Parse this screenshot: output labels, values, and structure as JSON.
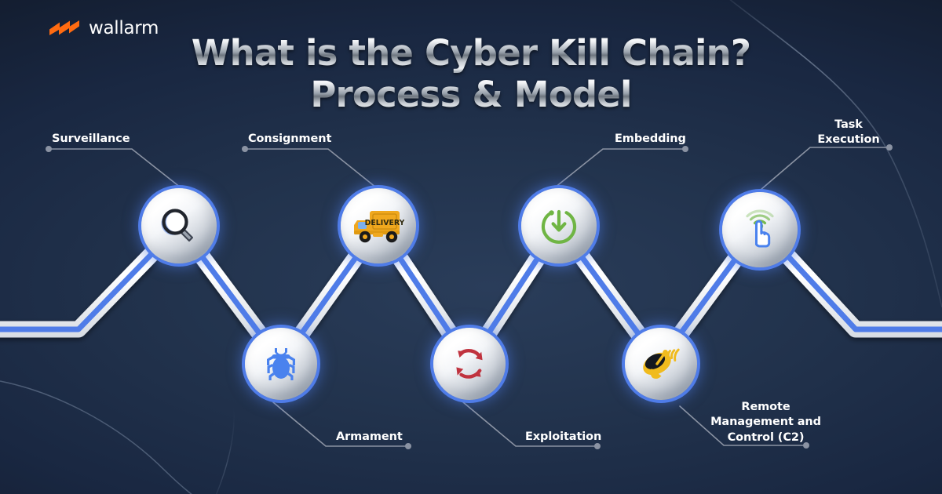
{
  "brand": {
    "name": "wallarm",
    "logo_icon": "wallarm-bolt-logo",
    "accent": "#FF6B11"
  },
  "title": {
    "line1": "What is the Cyber Kill Chain?",
    "line2": "Process & Model"
  },
  "theme": {
    "background_dark": "#121b2c",
    "background_mid": "#23354f",
    "ribbon_blue": "#4f7ce8",
    "ribbon_white": "#ffffff",
    "node_ring": "#4f7ce8",
    "label_color": "#ffffff",
    "connector_color": "#8b93a3"
  },
  "chain": {
    "steps": [
      {
        "id": "surveillance",
        "label": "Surveillance",
        "icon": "magnifier-icon",
        "position": "top",
        "label_anchor": "left",
        "icon_colors": {
          "primary": "#2b2b2b",
          "lens": "#9fb8ec"
        }
      },
      {
        "id": "armament",
        "label": "Armament",
        "icon": "bug-icon",
        "position": "bottom",
        "label_anchor": "right",
        "icon_colors": {
          "primary": "#4a82ee"
        }
      },
      {
        "id": "consignment",
        "label": "Consignment",
        "icon": "delivery-truck-icon",
        "position": "top",
        "label_anchor": "left",
        "icon_colors": {
          "primary": "#f0a81e",
          "window": "#7cb0ee",
          "text": "DELIVERY"
        }
      },
      {
        "id": "exploitation",
        "label": "Exploitation",
        "icon": "cycle-arrows-icon",
        "position": "bottom",
        "label_anchor": "right",
        "icon_colors": {
          "primary": "#c0333f"
        }
      },
      {
        "id": "embedding",
        "label": "Embedding",
        "icon": "install-down-icon",
        "position": "top",
        "label_anchor": "right",
        "icon_colors": {
          "primary": "#6fb544"
        }
      },
      {
        "id": "c2",
        "label": "Remote Management and Control (C2)",
        "icon": "satellite-dish-icon",
        "position": "bottom",
        "label_anchor": "right",
        "icon_colors": {
          "primary": "#f0bb1e",
          "dark": "#14181f"
        }
      },
      {
        "id": "task-execution",
        "label": "Task Execution",
        "icon": "tap-hand-icon",
        "position": "top",
        "label_anchor": "right",
        "icon_colors": {
          "primary": "#4a82ee",
          "waves": "#6fb544"
        }
      }
    ]
  },
  "labels": {
    "surveillance": "Surveillance",
    "consignment": "Consignment",
    "embedding": "Embedding",
    "task_execution_l1": "Task",
    "task_execution_l2": "Execution",
    "armament": "Armament",
    "exploitation": "Exploitation",
    "c2_l1": "Remote",
    "c2_l2": "Management and",
    "c2_l3": "Control (C2)"
  }
}
